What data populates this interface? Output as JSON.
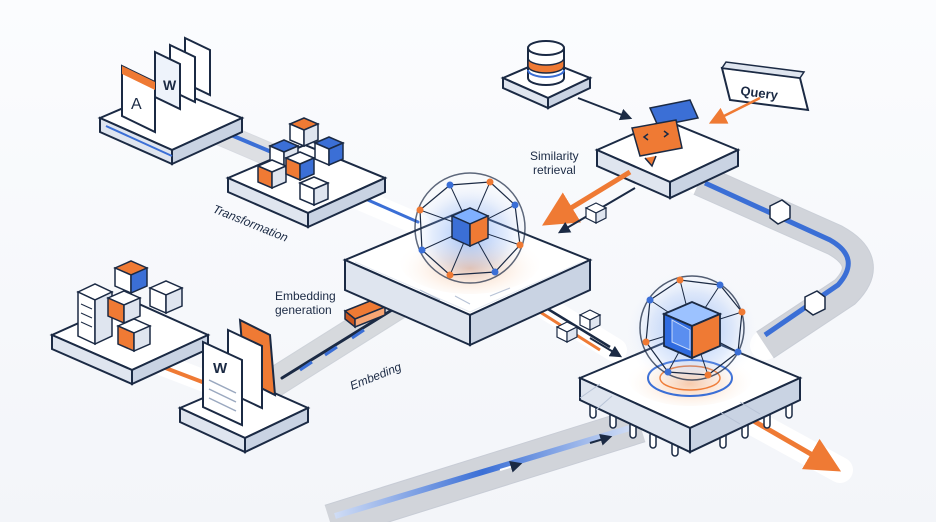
{
  "labels": {
    "similarity": "Similarity",
    "retrieval": "retrieval",
    "transformation": "Transformation",
    "embedding_generation_1": "Embedding",
    "embedding_generation_2": "generation",
    "embeding": "Embeding",
    "query": "Query"
  },
  "doc_icons": {
    "pdf_glyph": "A",
    "word_glyph": "W"
  },
  "colors": {
    "navy": "#1b2a44",
    "blue": "#3b6fd6",
    "orange": "#ef7a34",
    "platform_top": "#ffffff",
    "platform_side": "#dfe5ef",
    "glow_blue": "#4f8cf0",
    "glow_orange": "#f59a5a"
  },
  "icons": [
    "database-icon",
    "pdf-document-icon",
    "word-document-icon",
    "server-rack-icon",
    "cube-icon",
    "network-sphere-icon",
    "code-chat-icon",
    "query-tag-icon",
    "chip-icon",
    "arrow-icon"
  ]
}
